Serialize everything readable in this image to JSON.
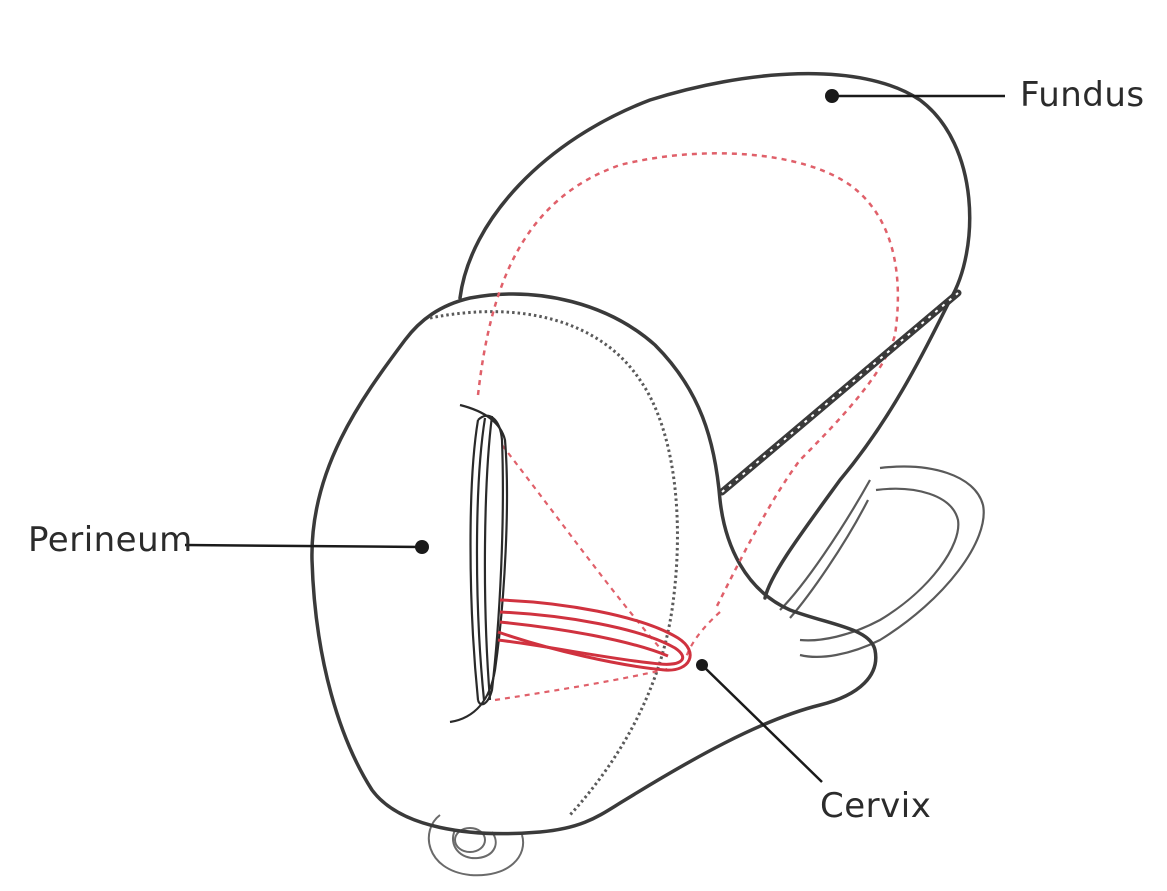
{
  "labels": {
    "fundus": "Fundus",
    "perineum": "Perineum",
    "cervix": "Cervix"
  },
  "colors": {
    "outline": "#3a3a3a",
    "accent": "#d0323f",
    "accent_light": "#e8868c",
    "text": "#2b2b2b",
    "background": "#ffffff"
  }
}
